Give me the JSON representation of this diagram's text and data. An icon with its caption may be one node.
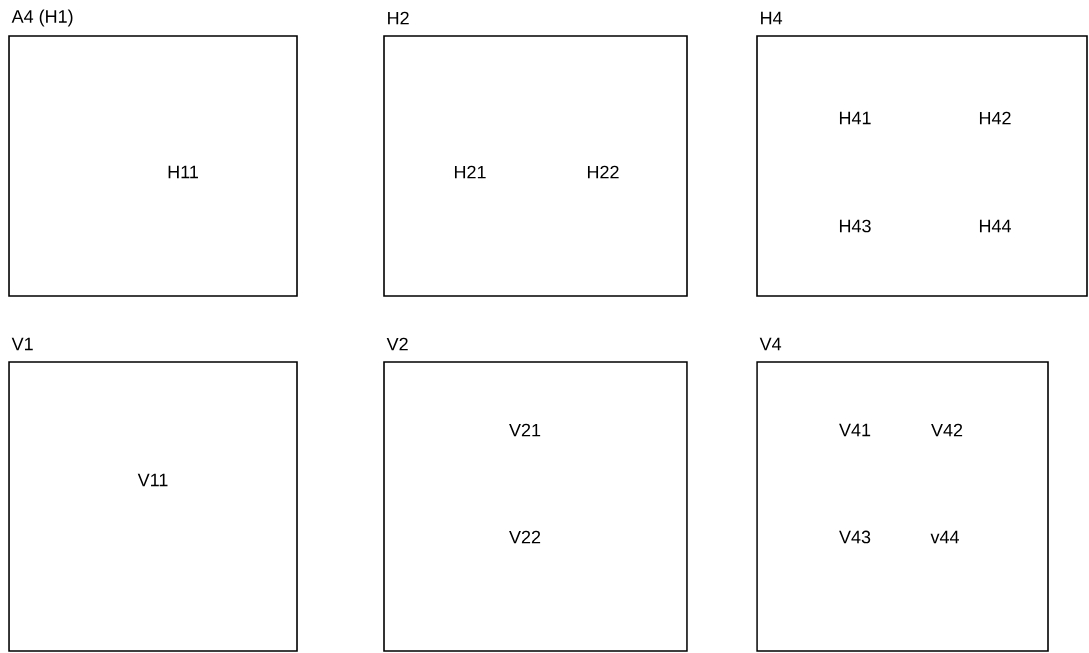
{
  "diagram": {
    "nodes": [
      {
        "text": [
          "A4 (H1)",
          "H11"
        ]
      },
      {
        "text": [
          "H2",
          "H21",
          "H22"
        ]
      },
      {
        "text": [
          "H4",
          "H41",
          "H42",
          "H43",
          "H44"
        ]
      },
      {
        "text": [
          "V1",
          "V11"
        ]
      },
      {
        "text": [
          "V2",
          "V21",
          "V22"
        ]
      },
      {
        "text": [
          "V4",
          "V41",
          "V42",
          "V43",
          "v44"
        ]
      }
    ]
  }
}
